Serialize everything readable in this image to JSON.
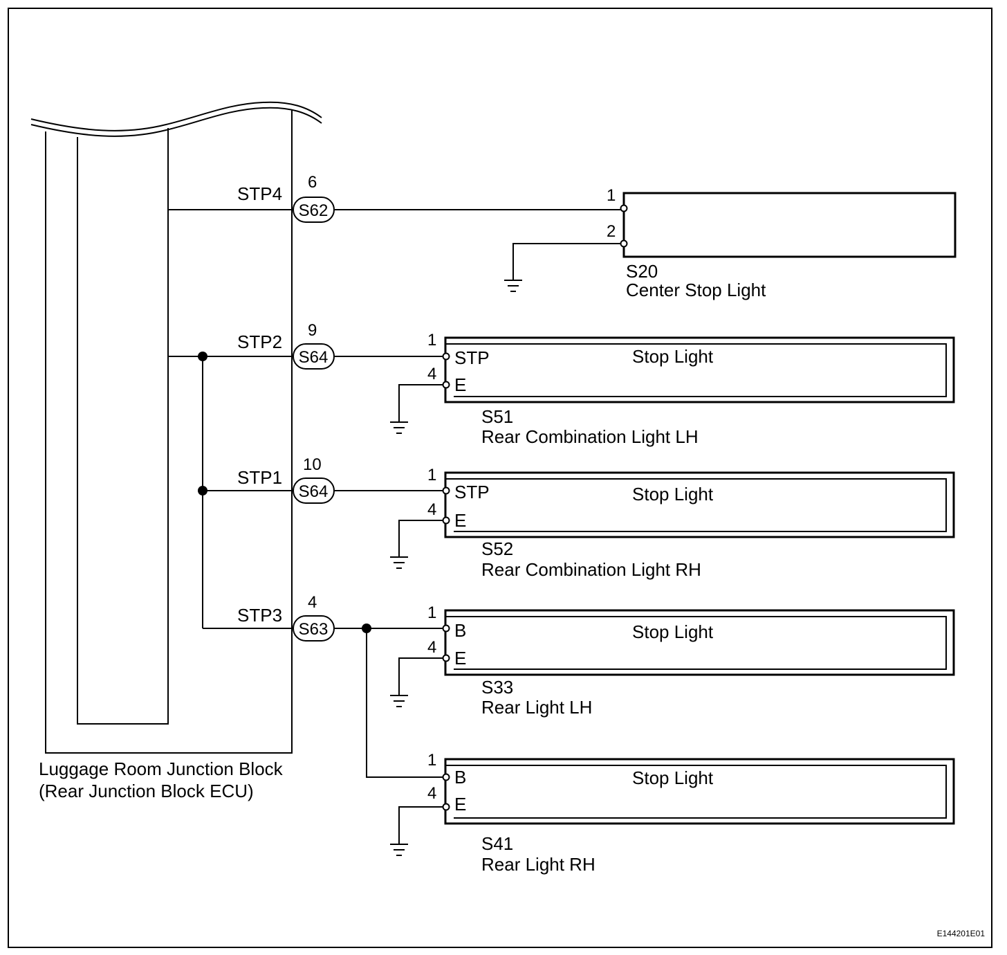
{
  "figure_id": "E144201E01",
  "junction_block": {
    "name_line1": "Luggage Room Junction Block",
    "name_line2": "(Rear Junction Block ECU)"
  },
  "circuits": [
    {
      "terminal": "STP4",
      "pin": "6",
      "connector": "S62"
    },
    {
      "terminal": "STP2",
      "pin": "9",
      "connector": "S64"
    },
    {
      "terminal": "STP1",
      "pin": "10",
      "connector": "S64"
    },
    {
      "terminal": "STP3",
      "pin": "4",
      "connector": "S63"
    }
  ],
  "loads": [
    {
      "code": "S20",
      "name": "Center Stop Light",
      "pin_in": "1",
      "pin_gnd": "2",
      "in_label": "",
      "gnd_label": "",
      "inner_label": ""
    },
    {
      "code": "S51",
      "name": "Rear Combination Light LH",
      "pin_in": "1",
      "pin_gnd": "4",
      "in_label": "STP",
      "gnd_label": "E",
      "inner_label": "Stop Light"
    },
    {
      "code": "S52",
      "name": "Rear Combination Light RH",
      "pin_in": "1",
      "pin_gnd": "4",
      "in_label": "STP",
      "gnd_label": "E",
      "inner_label": "Stop Light"
    },
    {
      "code": "S33",
      "name": "Rear Light LH",
      "pin_in": "1",
      "pin_gnd": "4",
      "in_label": "B",
      "gnd_label": "E",
      "inner_label": "Stop Light"
    },
    {
      "code": "S41",
      "name": "Rear Light RH",
      "pin_in": "1",
      "pin_gnd": "4",
      "in_label": "B",
      "gnd_label": "E",
      "inner_label": "Stop Light"
    }
  ]
}
